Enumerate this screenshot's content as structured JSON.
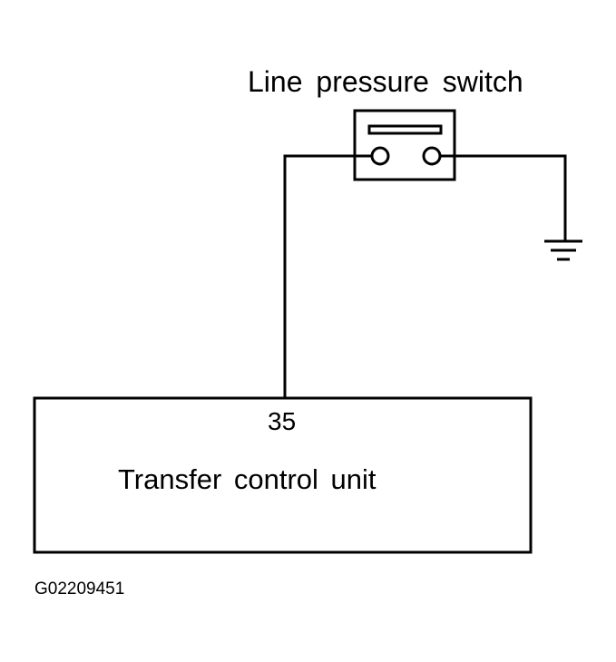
{
  "switch": {
    "label": "Line pressure switch"
  },
  "control_unit": {
    "label": "Transfer control unit",
    "pin": "35"
  },
  "figure_code": "G02209451",
  "icons": [
    "ground-symbol-icon",
    "switch-terminal-icon"
  ]
}
